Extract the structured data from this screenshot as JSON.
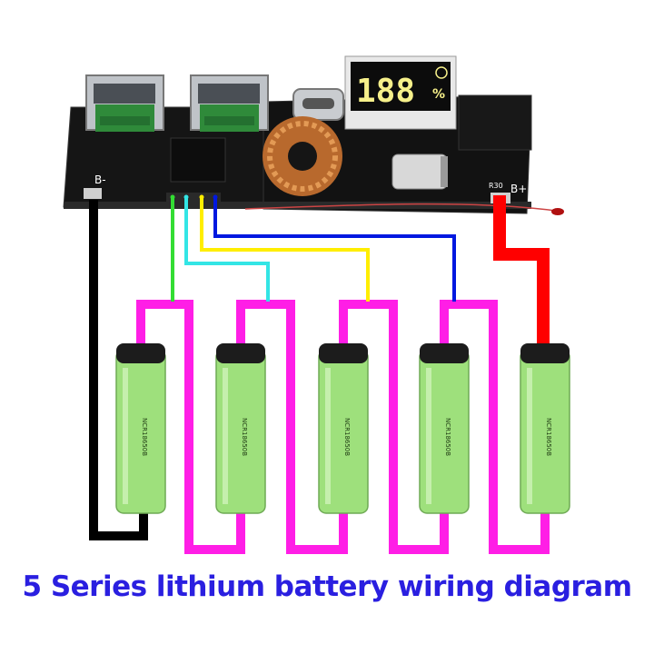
{
  "caption": "5 Series lithium battery wiring diagram",
  "board": {
    "negative_label": "B-",
    "positive_label": "B+",
    "resistor_label": "R30",
    "display_digits": "188",
    "display_unit": "%"
  },
  "batteries": [
    {
      "model": "NCR18650B"
    },
    {
      "model": "NCR18650B"
    },
    {
      "model": "NCR18650B"
    },
    {
      "model": "NCR18650B"
    },
    {
      "model": "NCR18650B"
    }
  ],
  "wire_colors": {
    "negative": "#000000",
    "positive": "#ff0000",
    "series": "#ff1ee6",
    "balance_1": "#33dd33",
    "balance_2": "#33e5e5",
    "balance_3": "#ffee00",
    "balance_4": "#0018e0"
  },
  "battery_colors": {
    "body": "#9ee07c",
    "cap": "#1c1c1c"
  }
}
